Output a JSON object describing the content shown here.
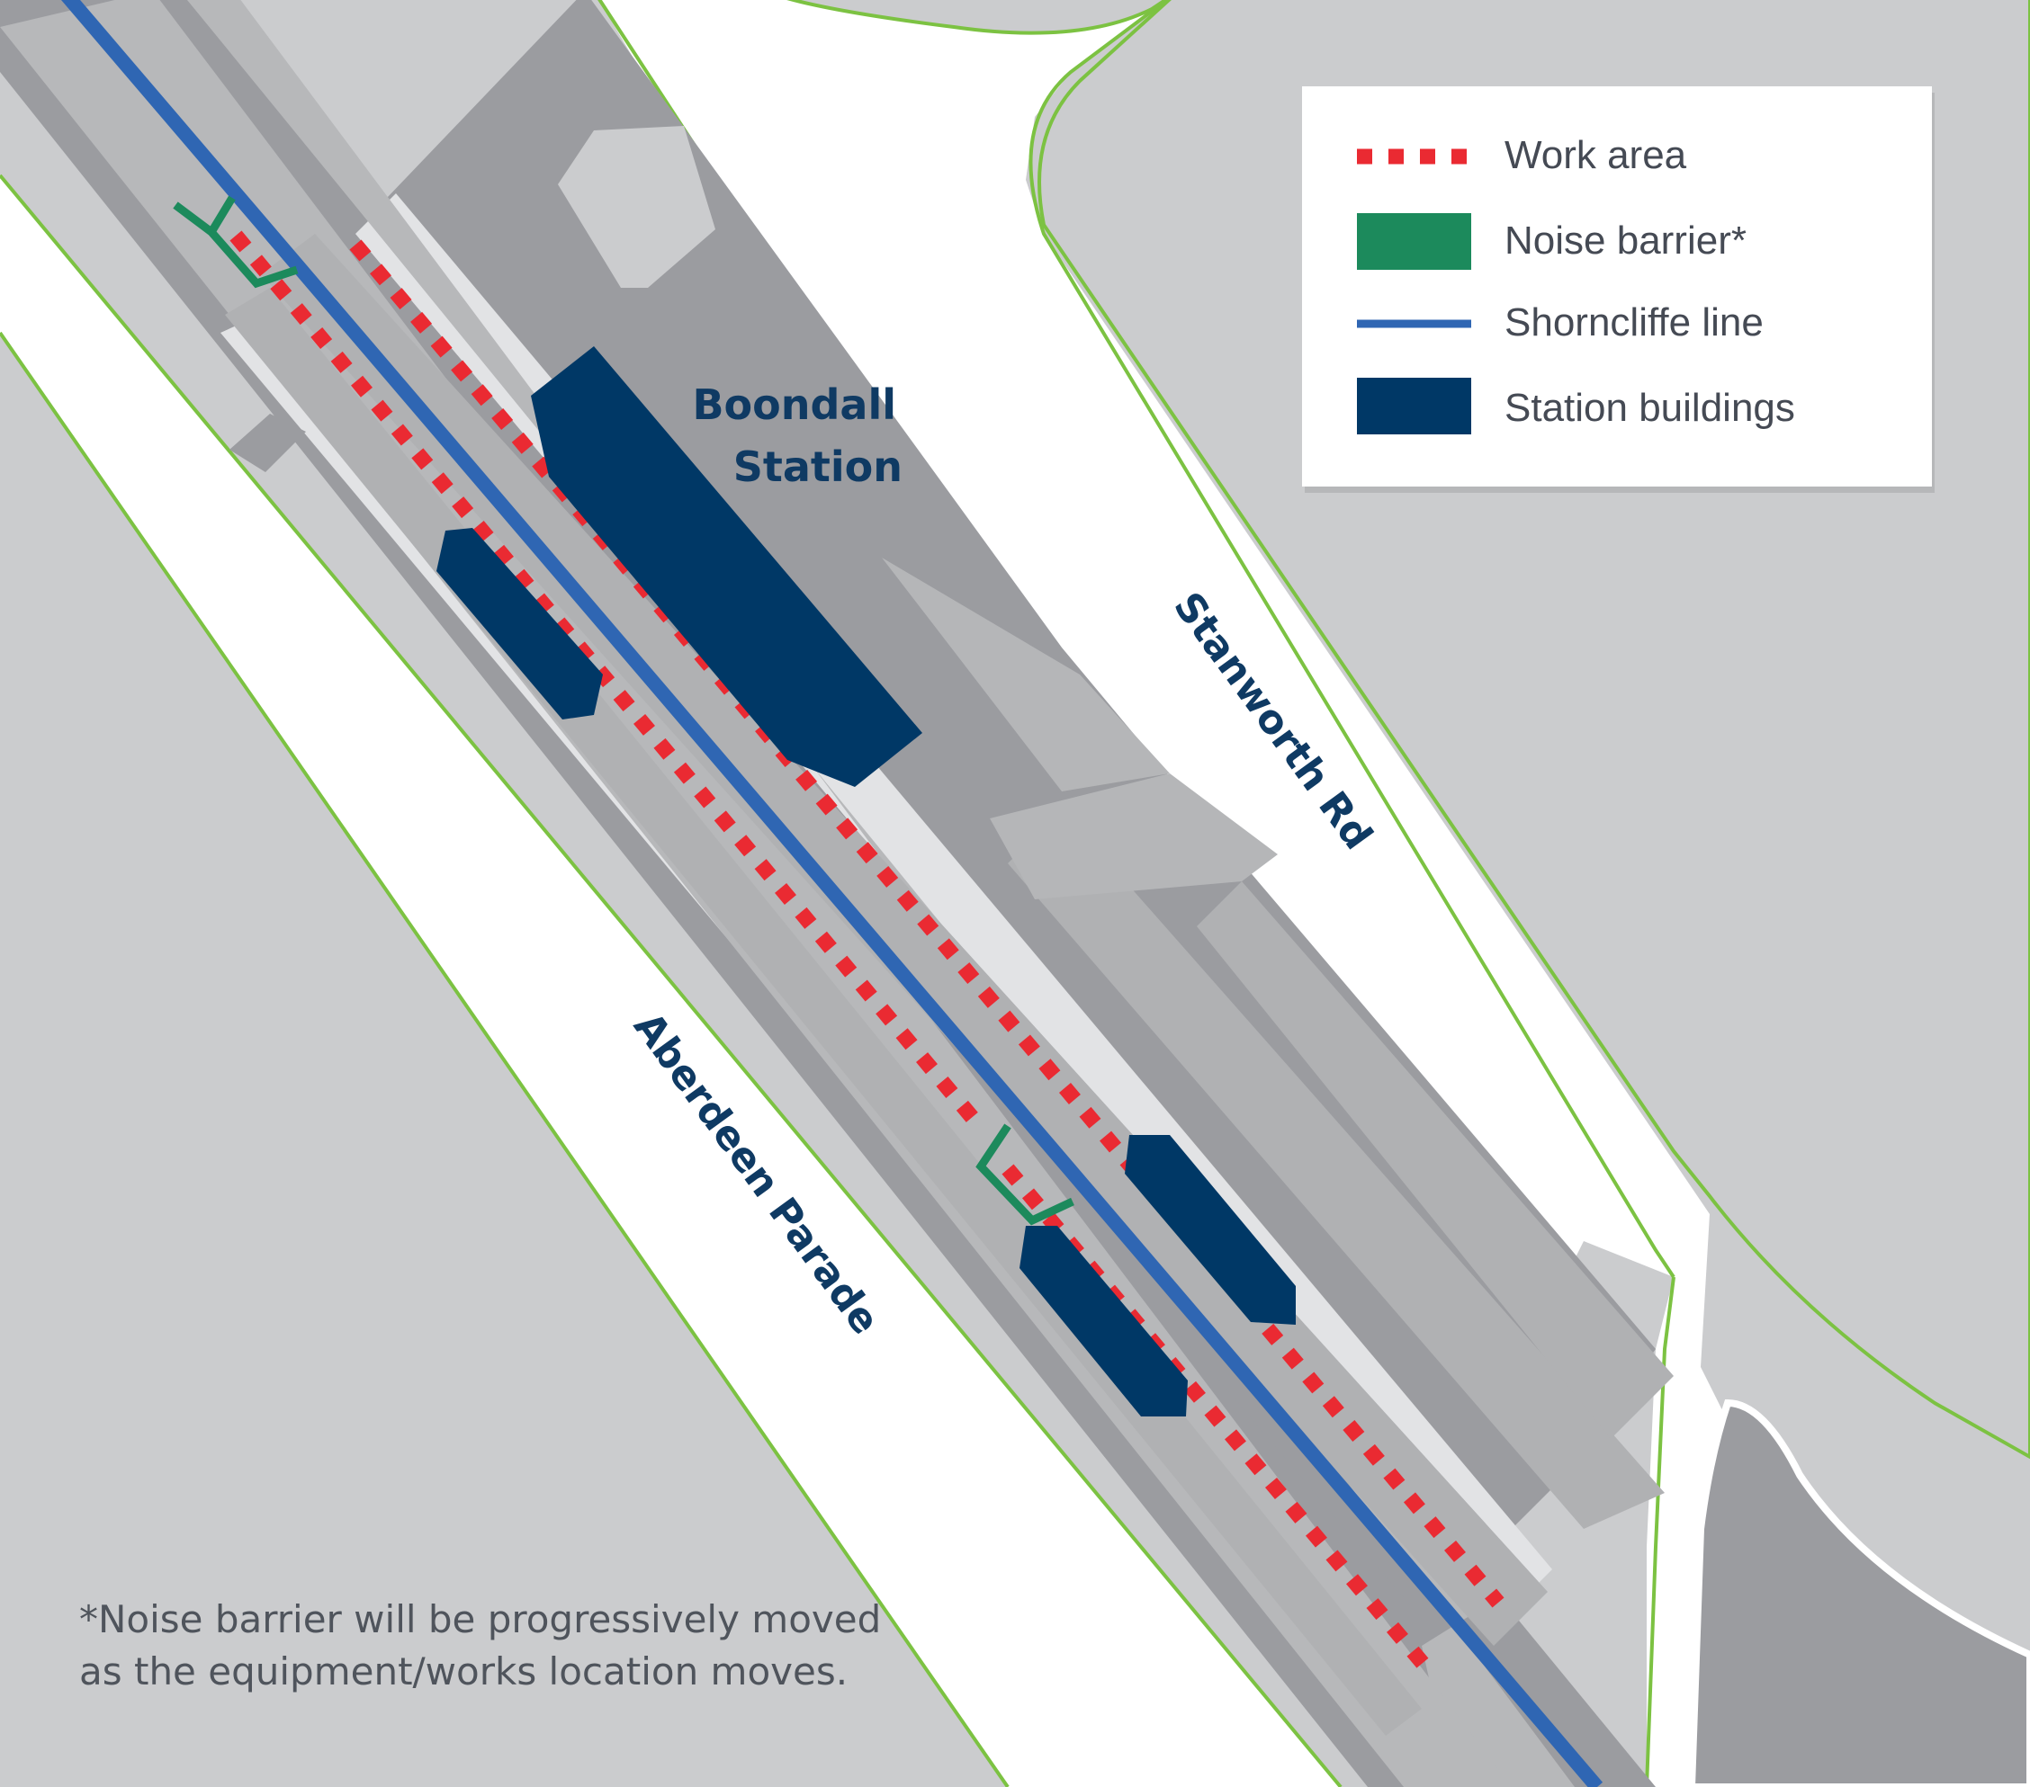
{
  "map": {
    "station_label": [
      "Boondall",
      "Station"
    ],
    "roads": {
      "stanworth": "Stanworth Rd",
      "aberdeen": "Aberdeen Parade"
    }
  },
  "legend": {
    "items": [
      {
        "label": "Work area",
        "symbol": "red-dotted-line",
        "color": "#ea2a32"
      },
      {
        "label": "Noise barrier*",
        "symbol": "green-box",
        "color": "#1c8a5c"
      },
      {
        "label": "Shorncliffe line",
        "symbol": "blue-line",
        "color": "#2f66b3"
      },
      {
        "label": "Station buildings",
        "symbol": "navy-box",
        "color": "#003866"
      }
    ]
  },
  "footnote": [
    "*Noise barrier will be progressively moved",
    "as the equipment/works location moves."
  ],
  "colors": {
    "background": "#cbccce",
    "road": "#ffffff",
    "road_edge": "#7cc242",
    "rail_corridor": "#9b9ca0",
    "platform": "#e2e3e5",
    "track": "#2f66b3",
    "work_area": "#ea2a32",
    "noise_barrier": "#1c8a5c",
    "station_building": "#003866",
    "label": "#0f3a63"
  }
}
